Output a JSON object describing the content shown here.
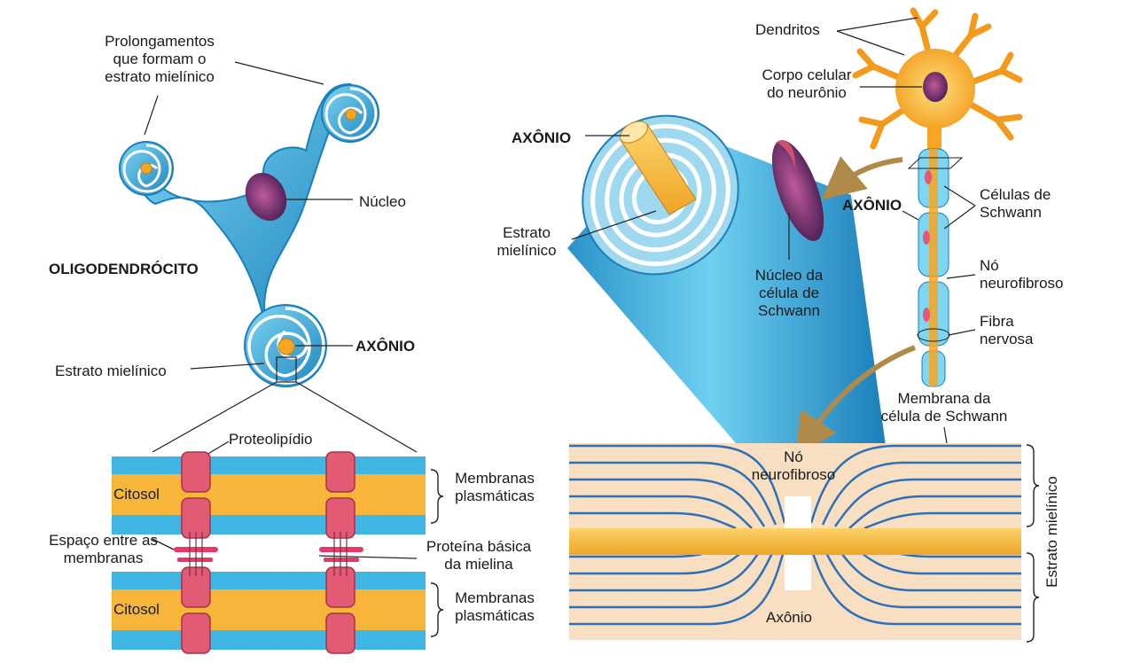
{
  "colors": {
    "cyan": "#3fb6e3",
    "cyan_dark": "#1e86bf",
    "yellow": "#f7b53a",
    "membrane_pink": "#e25a74",
    "nucleus": "#7a2e6e",
    "neuron_orange": "#f6a623",
    "myelin_cream": "#f8dfc2",
    "myelin_line": "#2e6fb7",
    "arrow_gold": "#b08a48"
  },
  "labels": {
    "prolongamentos": "Prolongamentos\nque formam o\nestrato mielínico",
    "nucleo": "Núcleo",
    "oligodendrocito": "OLIGODENDRÓCITO",
    "axonio_left": "AXÔNIO",
    "estrato_left": "Estrato mielínico",
    "proteolipidio": "Proteolipídio",
    "citosol_1": "Citosol",
    "citosol_2": "Citosol",
    "membranas_1": "Membranas\nplasmáticas",
    "membranas_2": "Membranas\nplasmáticas",
    "espaco": "Espaço entre as\nmembranas",
    "proteina_basica": "Proteína básica\nda mielina",
    "dendritos": "Dendritos",
    "corpo_celular": "Corpo celular\ndo neurônio",
    "axonio_cut": "AXÔNIO",
    "axonio_neuron": "AXÔNIO",
    "estrato_right": "Estrato\nmielínico",
    "nucleo_schwann": "Núcleo da\ncélula de\nSchwann",
    "celulas_schwann": "Células de\nSchwann",
    "no_neurofibroso_1": "Nó\nneurofibroso",
    "fibra_nervosa": "Fibra\nnervosa",
    "membrana_schwann": "Membrana da\ncélula de Schwann",
    "no_neurofibroso_2": "Nó\nneurofibroso",
    "axonio_bottom": "Axônio",
    "estrato_vertical": "Estrato mielínico"
  }
}
